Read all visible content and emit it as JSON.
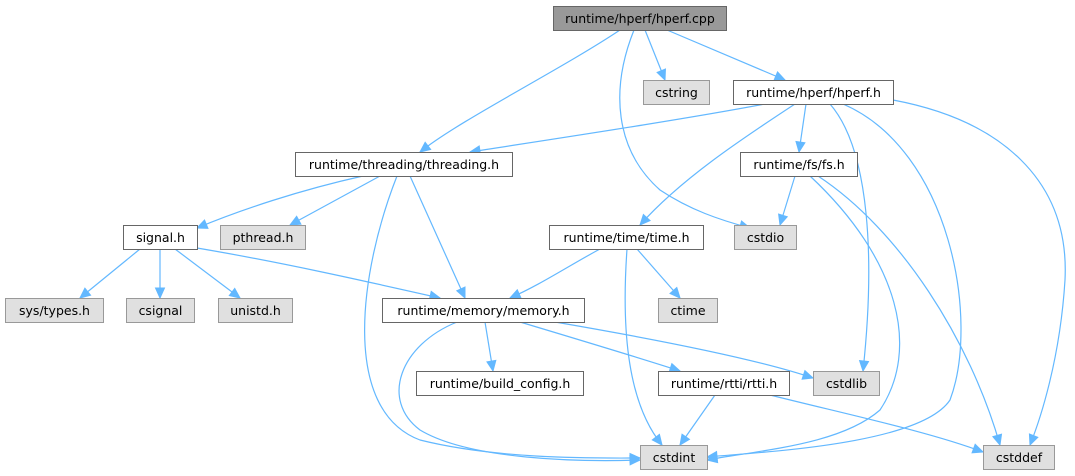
{
  "diagram": {
    "title": "Include dependency graph for hperf.cpp",
    "colors": {
      "root_fill": "#999999",
      "root_stroke": "#666666",
      "internal_fill": "#ffffff",
      "internal_stroke": "#666666",
      "external_fill": "#e0e0e0",
      "external_stroke": "#999999",
      "edge": "#63b8ff"
    },
    "nodes": [
      {
        "id": "hperf_cpp",
        "label": "runtime/hperf/hperf.cpp",
        "kind": "root"
      },
      {
        "id": "cstring",
        "label": "cstring",
        "kind": "external"
      },
      {
        "id": "hperf_h",
        "label": "runtime/hperf/hperf.h",
        "kind": "internal"
      },
      {
        "id": "threading_h",
        "label": "runtime/threading/threading.h",
        "kind": "internal"
      },
      {
        "id": "fs_h",
        "label": "runtime/fs/fs.h",
        "kind": "internal"
      },
      {
        "id": "signal_h",
        "label": "signal.h",
        "kind": "internal"
      },
      {
        "id": "pthread_h",
        "label": "pthread.h",
        "kind": "external"
      },
      {
        "id": "time_h",
        "label": "runtime/time/time.h",
        "kind": "internal"
      },
      {
        "id": "cstdio",
        "label": "cstdio",
        "kind": "external"
      },
      {
        "id": "sys_types_h",
        "label": "sys/types.h",
        "kind": "external"
      },
      {
        "id": "csignal",
        "label": "csignal",
        "kind": "external"
      },
      {
        "id": "unistd_h",
        "label": "unistd.h",
        "kind": "external"
      },
      {
        "id": "memory_h",
        "label": "runtime/memory/memory.h",
        "kind": "internal"
      },
      {
        "id": "ctime",
        "label": "ctime",
        "kind": "external"
      },
      {
        "id": "build_config_h",
        "label": "runtime/build_config.h",
        "kind": "internal"
      },
      {
        "id": "rtti_h",
        "label": "runtime/rtti/rtti.h",
        "kind": "internal"
      },
      {
        "id": "cstdlib",
        "label": "cstdlib",
        "kind": "external"
      },
      {
        "id": "cstdint",
        "label": "cstdint",
        "kind": "external"
      },
      {
        "id": "cstddef",
        "label": "cstddef",
        "kind": "external"
      }
    ],
    "edges": [
      {
        "from": "hperf_cpp",
        "to": "threading_h"
      },
      {
        "from": "hperf_cpp",
        "to": "cstdio"
      },
      {
        "from": "hperf_cpp",
        "to": "cstring"
      },
      {
        "from": "hperf_cpp",
        "to": "hperf_h"
      },
      {
        "from": "hperf_h",
        "to": "threading_h"
      },
      {
        "from": "hperf_h",
        "to": "time_h"
      },
      {
        "from": "hperf_h",
        "to": "fs_h"
      },
      {
        "from": "hperf_h",
        "to": "cstdlib"
      },
      {
        "from": "hperf_h",
        "to": "cstdint"
      },
      {
        "from": "hperf_h",
        "to": "cstddef"
      },
      {
        "from": "threading_h",
        "to": "signal_h"
      },
      {
        "from": "threading_h",
        "to": "pthread_h"
      },
      {
        "from": "threading_h",
        "to": "cstdint"
      },
      {
        "from": "threading_h",
        "to": "memory_h"
      },
      {
        "from": "fs_h",
        "to": "cstdio"
      },
      {
        "from": "fs_h",
        "to": "cstdint"
      },
      {
        "from": "fs_h",
        "to": "cstddef"
      },
      {
        "from": "signal_h",
        "to": "sys_types_h"
      },
      {
        "from": "signal_h",
        "to": "csignal"
      },
      {
        "from": "signal_h",
        "to": "unistd_h"
      },
      {
        "from": "signal_h",
        "to": "memory_h"
      },
      {
        "from": "time_h",
        "to": "memory_h"
      },
      {
        "from": "time_h",
        "to": "ctime"
      },
      {
        "from": "time_h",
        "to": "cstdint"
      },
      {
        "from": "memory_h",
        "to": "cstdint"
      },
      {
        "from": "memory_h",
        "to": "build_config_h"
      },
      {
        "from": "memory_h",
        "to": "rtti_h"
      },
      {
        "from": "memory_h",
        "to": "cstdlib"
      },
      {
        "from": "rtti_h",
        "to": "cstdint"
      },
      {
        "from": "rtti_h",
        "to": "cstddef"
      }
    ]
  }
}
